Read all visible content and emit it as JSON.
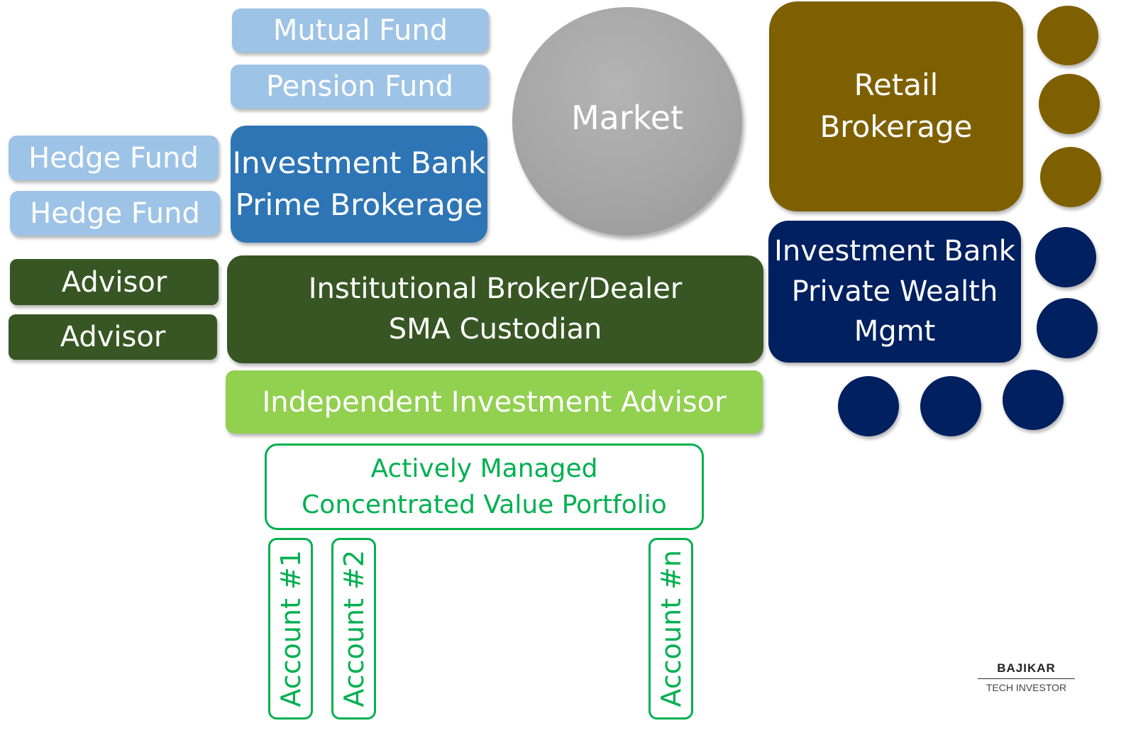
{
  "nodes": {
    "mutual_fund": "Mutual Fund",
    "pension_fund": "Pension Fund",
    "hedge_fund_1": "Hedge Fund",
    "hedge_fund_2": "Hedge Fund",
    "prime_brokerage": [
      "Investment Bank",
      "Prime Brokerage"
    ],
    "market": "Market",
    "retail_brokerage": [
      "Retail",
      "Brokerage"
    ],
    "advisor_1": "Advisor",
    "advisor_2": "Advisor",
    "institutional": [
      "Institutional Broker/Dealer",
      "SMA Custodian"
    ],
    "private_wealth": [
      "Investment Bank",
      "Private Wealth",
      "Mgmt"
    ],
    "independent_advisor": "Independent Investment Advisor",
    "portfolio": [
      "Actively Managed",
      "Concentrated Value Portfolio"
    ],
    "accounts": [
      "Account #1",
      "Account #2",
      "Account #n"
    ]
  },
  "logo": {
    "line1": "BAJIKAR",
    "line2": "TECH INVESTOR"
  },
  "colors": {
    "light_blue": "#9dc3e6",
    "mid_blue": "#2e75b6",
    "dark_green": "#375623",
    "navy": "#002060",
    "olive": "#7f6000",
    "lime": "#92d050",
    "outline_green": "#00b050",
    "market_gray": "#a6a6a6"
  }
}
